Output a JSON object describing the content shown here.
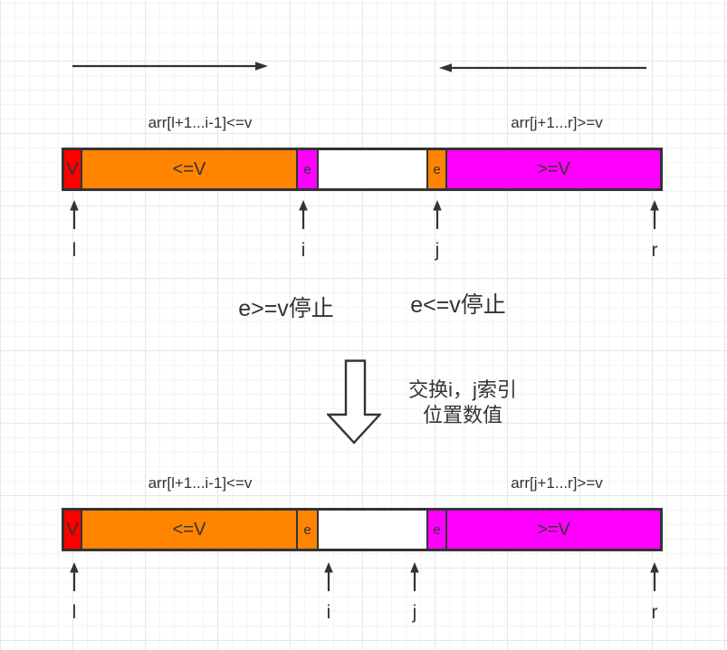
{
  "colors": {
    "red": "#ff0000",
    "orange": "#ff8400",
    "magenta": "#ff00ff",
    "white": "#ffffff",
    "stroke": "#333333"
  },
  "top_diagram": {
    "left_range_label": "arr[l+1...i-1]<=v",
    "right_range_label": "arr[j+1...r]>=v",
    "bar_segments": [
      {
        "label": "V",
        "color": "red"
      },
      {
        "label": "<=V",
        "color": "orange"
      },
      {
        "label": "e",
        "color": "magenta"
      },
      {
        "label": "",
        "color": "white"
      },
      {
        "label": "e",
        "color": "orange"
      },
      {
        "label": ">=V",
        "color": "magenta"
      }
    ],
    "pointers": [
      "l",
      "i",
      "j",
      "r"
    ],
    "stop_text_left": "e>=v停止",
    "stop_text_right": "e<=v停止"
  },
  "transition": {
    "swap_line1": "交换i，j索引",
    "swap_line2": "位置数值"
  },
  "bottom_diagram": {
    "left_range_label": "arr[l+1...i-1]<=v",
    "right_range_label": "arr[j+1...r]>=v",
    "bar_segments": [
      {
        "label": "V",
        "color": "red"
      },
      {
        "label": "<=V",
        "color": "orange"
      },
      {
        "label": "e",
        "color": "orange"
      },
      {
        "label": "",
        "color": "white"
      },
      {
        "label": "e",
        "color": "magenta"
      },
      {
        "label": ">=V",
        "color": "magenta"
      }
    ],
    "pointers": [
      "l",
      "i",
      "j",
      "r"
    ]
  }
}
